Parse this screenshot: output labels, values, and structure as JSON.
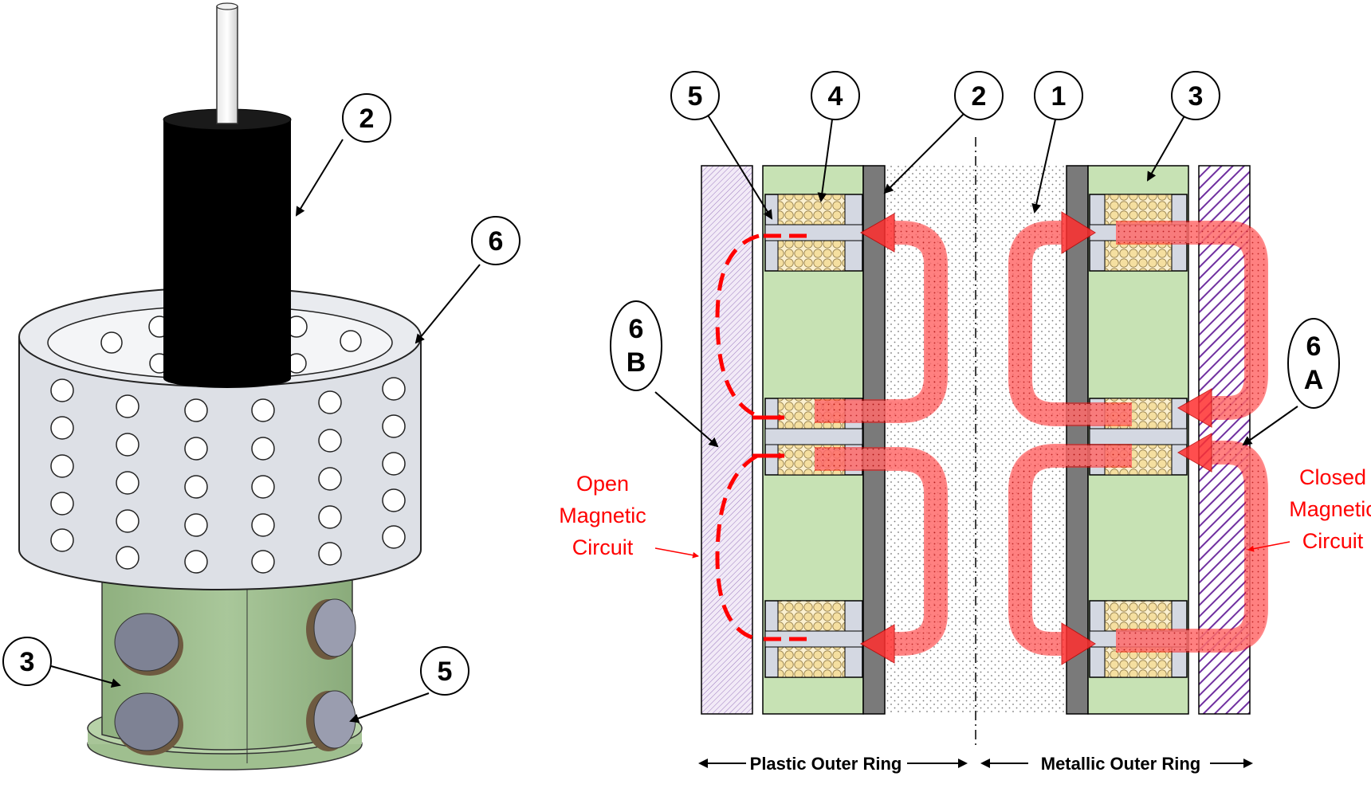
{
  "callouts": {
    "left_shaft": "2",
    "left_ring": "6",
    "left_core": "3",
    "left_pole": "5",
    "right_pole_piece": "5",
    "right_coil": "4",
    "right_sleeve": "2",
    "right_fluid": "1",
    "right_core": "3",
    "right_plastic_num": "6",
    "right_plastic_letter": "B",
    "right_metal_num": "6",
    "right_metal_letter": "A"
  },
  "labels": {
    "open_circuit": [
      "Open",
      "Magnetic",
      "Circuit"
    ],
    "closed_circuit": [
      "Closed",
      "Magnetic",
      "Circuit"
    ],
    "plastic_ring": "Plastic Outer Ring",
    "metallic_ring": "Metallic Outer Ring"
  },
  "colors": {
    "core_green": "#c7e2b4",
    "coil_yellow": "#f5dfa0",
    "sleeve_gray": "#7a7a7a",
    "flux_red": "#ff0000",
    "hatch_purple": "#7030a0",
    "ring_gray": "#dde0e6",
    "cylinder_green": "#9fbf8f"
  }
}
